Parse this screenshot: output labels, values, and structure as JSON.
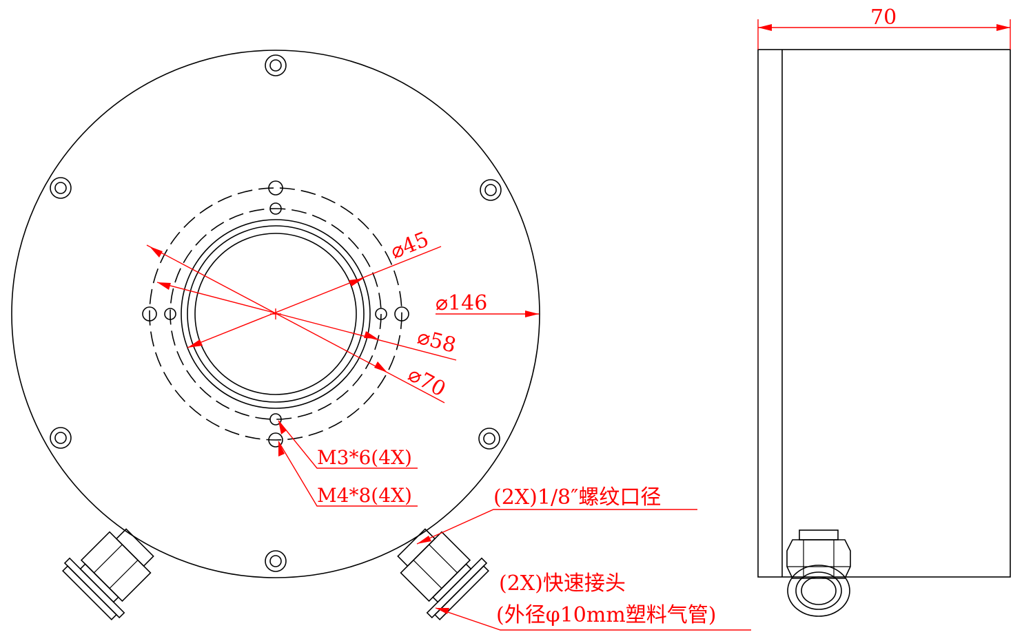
{
  "dimensions": {
    "dia_45": "⌀45",
    "dia_146": "⌀146",
    "dia_58": "⌀58",
    "dia_70": "⌀70",
    "width_70": "70"
  },
  "callouts": {
    "m3_holes": "M3*6(4X)",
    "m4_holes": "M4*8(4X)",
    "thread_port": "(2X)1/8″螺纹口径",
    "quick_connector": "(2X)快速接头",
    "tube_spec": "(外径φ10mm塑料气管)"
  },
  "colors": {
    "outline": "#000000",
    "dimension": "#ff0000"
  }
}
